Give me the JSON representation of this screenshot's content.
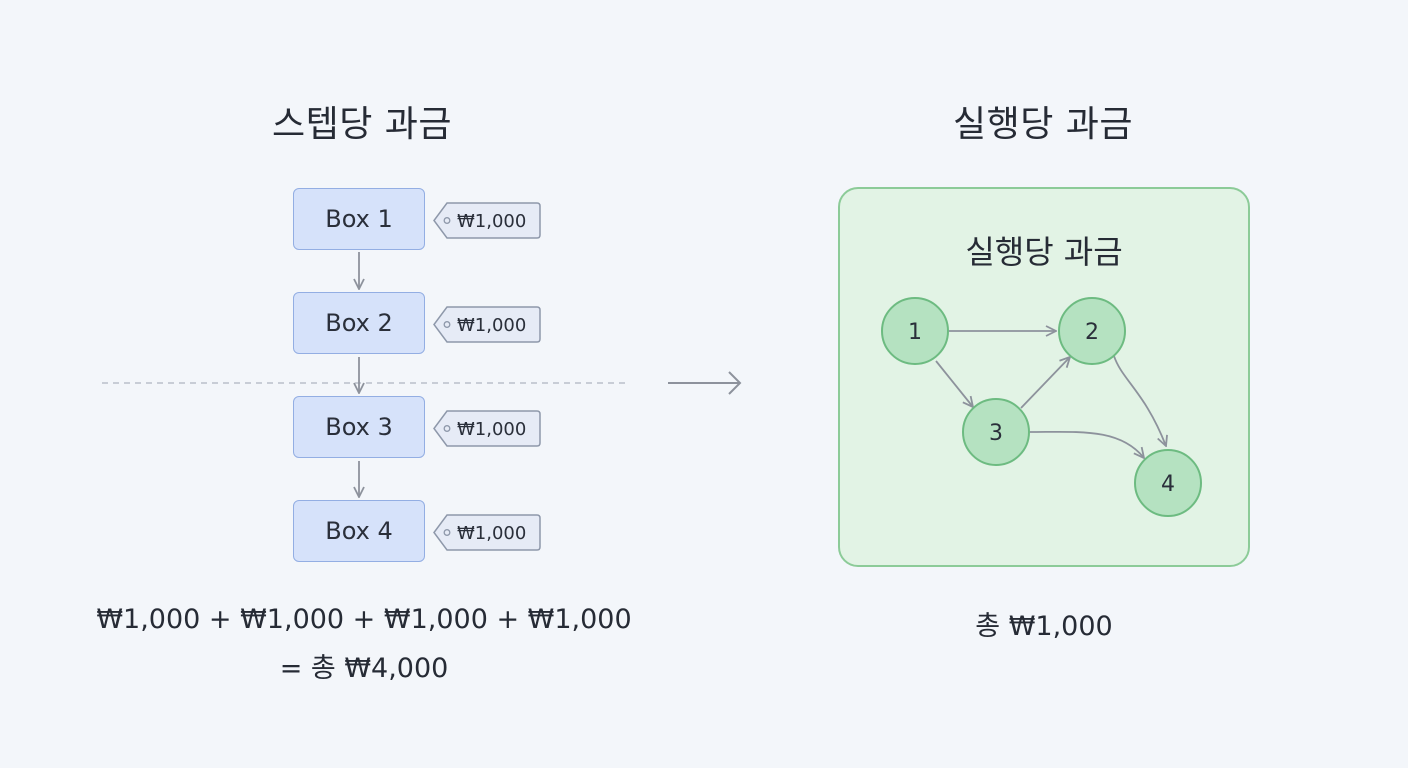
{
  "left": {
    "title": "스텝당 과금",
    "boxes": [
      "Box 1",
      "Box 2",
      "Box 3",
      "Box 4"
    ],
    "price_tags": [
      "₩1,000",
      "₩1,000",
      "₩1,000",
      "₩1,000"
    ],
    "sum_line1": "₩1,000 + ₩1,000 + ₩1,000 + ₩1,000",
    "sum_line2": "= 총 ₩4,000"
  },
  "right": {
    "title": "실행당 과금",
    "panel_title": "실행당 과금",
    "nodes": [
      "1",
      "2",
      "3",
      "4"
    ],
    "total": "총 ₩1,000"
  },
  "colors": {
    "background": "#f3f6fa",
    "box_fill": "#d6e2fa",
    "box_border": "#93aee3",
    "panel_fill": "#e2f3e5",
    "panel_border": "#8ccb98",
    "node_fill": "#b5e2c1",
    "node_border": "#6dbb81",
    "arrow": "#8d929c"
  }
}
